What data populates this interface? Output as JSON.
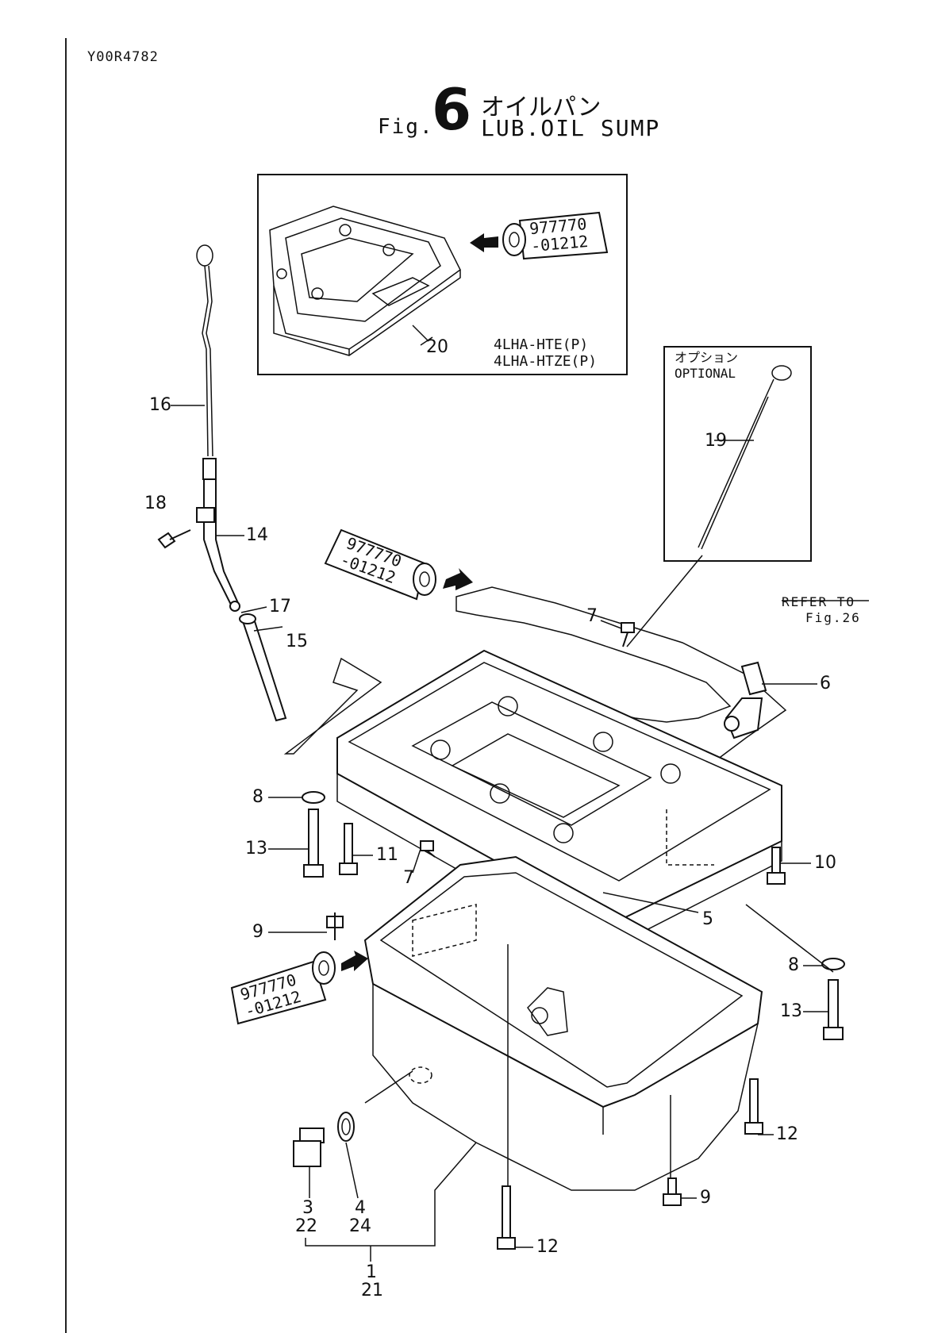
{
  "document": {
    "id": "Y00R4782",
    "fig_label": "Fig.",
    "fig_number": "6",
    "title_jp": "オイルパン",
    "title_en": "LUB.OIL SUMP"
  },
  "inset_top": {
    "models": [
      "4LHA-HTE(P)",
      "4LHA-HTZE(P)"
    ],
    "part_label": "20",
    "sealant_code_line1": "977770",
    "sealant_code_line2": "-01212"
  },
  "inset_optional": {
    "label_jp": "オプション",
    "label_en": "OPTIONAL",
    "part_label": "19"
  },
  "refer": {
    "line1": "REFER TO",
    "line2": "Fig.26"
  },
  "sealant_tubes": [
    {
      "line1": "977770",
      "line2": "-01212"
    },
    {
      "line1": "977770",
      "line2": "-01212"
    }
  ],
  "part_labels": {
    "p16": "16",
    "p18": "18",
    "p14": "14",
    "p17": "17",
    "p15": "15",
    "p7a": "7",
    "p7b": "7",
    "p6": "6",
    "p8a": "8",
    "p8b": "8",
    "p13a": "13",
    "p13b": "13",
    "p11": "11",
    "p10": "10",
    "p5": "5",
    "p9a": "9",
    "p9b": "9",
    "p12a": "12",
    "p12b": "12",
    "p3": "3",
    "p22": "22",
    "p4": "4",
    "p24": "24",
    "p1": "1",
    "p21": "21"
  },
  "icons": [
    "arrow-right-icon",
    "sealant-tube-icon",
    "bolt-icon",
    "washer-icon",
    "dipstick-icon"
  ]
}
